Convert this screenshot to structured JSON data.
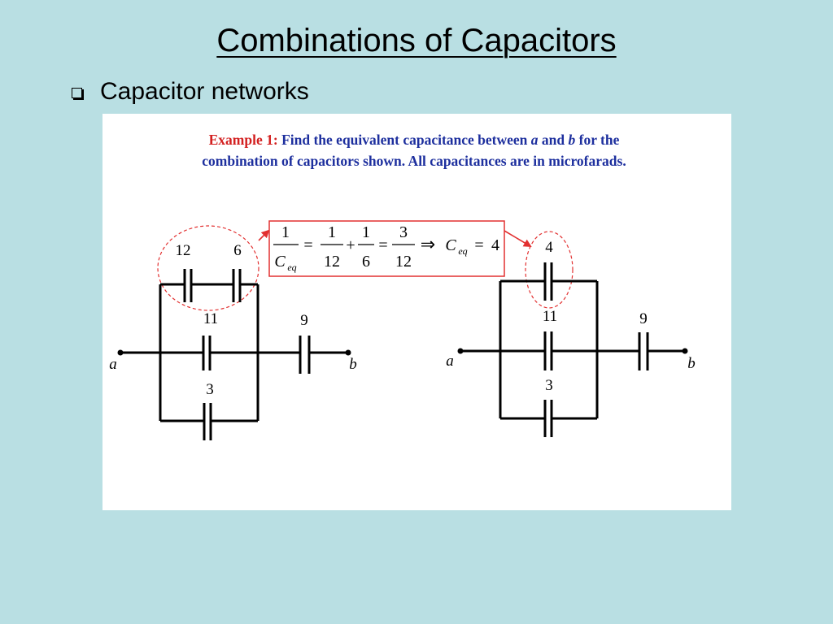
{
  "slide": {
    "title": "Combinations of Capacitors",
    "bullet": "Capacitor networks"
  },
  "example": {
    "label": "Example 1",
    "line1": "Find the equivalent capacitance between",
    "var_a": "a",
    "and_word": "and",
    "var_b": "b",
    "for_the": "for the",
    "line2": "combination of capacitors shown.  All capacitances are in microfarads."
  },
  "equation": {
    "one": "1",
    "ceq_c": "C",
    "ceq_sub": "eq",
    "equals": "=",
    "twelve": "12",
    "plus": "+",
    "six": "6",
    "three": "3",
    "implies": "⇒",
    "result": "4"
  },
  "circuit_left": {
    "c12": "12",
    "c6": "6",
    "c11": "11",
    "c9": "9",
    "c3": "3",
    "node_a": "a",
    "node_b": "b"
  },
  "circuit_right": {
    "c4": "4",
    "c11": "11",
    "c9": "9",
    "c3": "3",
    "node_a": "a",
    "node_b": "b"
  },
  "colors": {
    "background": "#b9dfe3",
    "example_label": "#d32020",
    "problem_text": "#1d2f9e",
    "highlight": "#e23030"
  }
}
